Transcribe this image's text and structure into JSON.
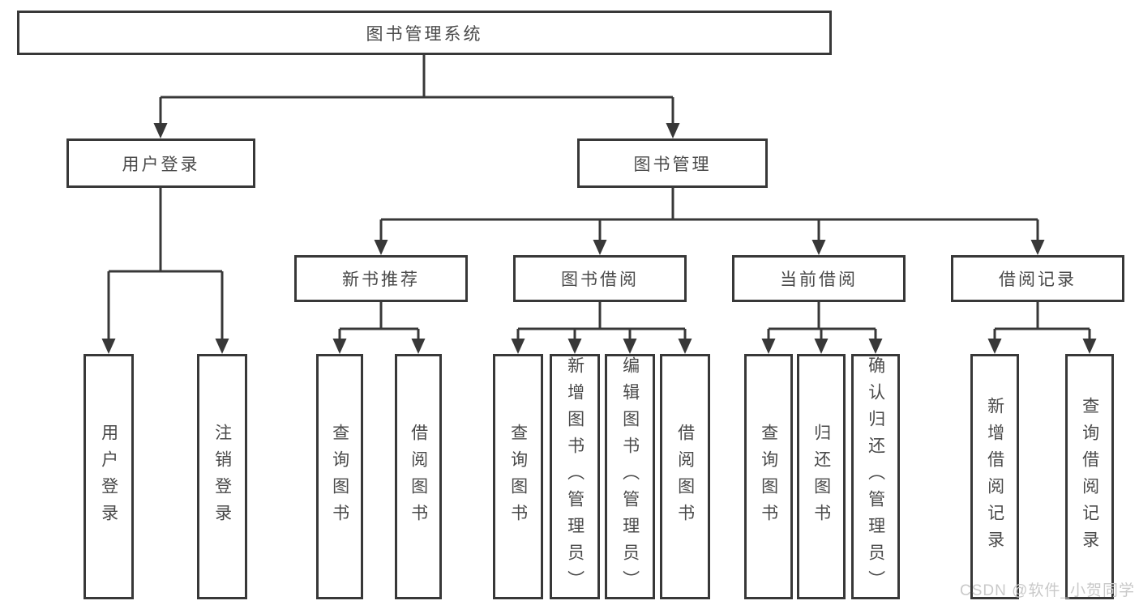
{
  "colors": {
    "line": "#383838",
    "text": "#4a4a4a",
    "watermark": "#c9c9c9",
    "background": "#ffffff"
  },
  "tree": {
    "root": {
      "label": "图书管理系统",
      "children": [
        {
          "label": "用户登录",
          "children": [
            {
              "label": "用户登录"
            },
            {
              "label": "注销登录"
            }
          ]
        },
        {
          "label": "图书管理",
          "children": [
            {
              "label": "新书推荐",
              "children": [
                {
                  "label": "查询图书"
                },
                {
                  "label": "借阅图书"
                }
              ]
            },
            {
              "label": "图书借阅",
              "children": [
                {
                  "label": "查询图书"
                },
                {
                  "label": "新增图书（管理员）"
                },
                {
                  "label": "编辑图书（管理员）"
                },
                {
                  "label": "借阅图书"
                }
              ]
            },
            {
              "label": "当前借阅",
              "children": [
                {
                  "label": "查询图书"
                },
                {
                  "label": "归还图书"
                },
                {
                  "label": "确认归还（管理员）"
                }
              ]
            },
            {
              "label": "借阅记录",
              "children": [
                {
                  "label": "新增借阅记录"
                },
                {
                  "label": "查询借阅记录"
                }
              ]
            }
          ]
        }
      ]
    }
  },
  "watermark": "CSDN @软件_小贺同学"
}
